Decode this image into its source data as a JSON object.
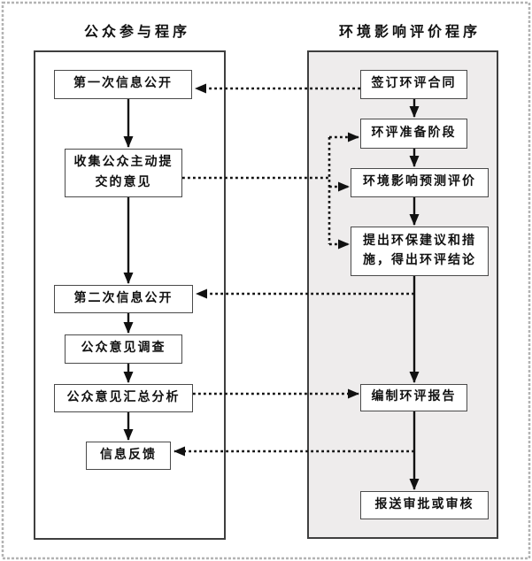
{
  "diagram": {
    "left_panel": {
      "title": "公众参与程序",
      "boxes": [
        {
          "label": "第一次信息公开"
        },
        {
          "label": "收集公众主动提交的意见"
        },
        {
          "label": "第二次信息公开"
        },
        {
          "label": "公众意见调查"
        },
        {
          "label": "公众意见汇总分析"
        },
        {
          "label": "信息反馈"
        }
      ]
    },
    "right_panel": {
      "title": "环境影响评价程序",
      "boxes": [
        {
          "label": "签订环评合同"
        },
        {
          "label": "环评准备阶段"
        },
        {
          "label": "环境影响预测评价"
        },
        {
          "label": "提出环保建议和措施，得出环评结论"
        },
        {
          "label": "编制环评报告"
        },
        {
          "label": "报送审批或审核"
        }
      ]
    },
    "edges": {
      "solid": [
        {
          "from": "第一次信息公开",
          "to": "收集公众主动提交的意见"
        },
        {
          "from": "收集公众主动提交的意见",
          "to": "第二次信息公开"
        },
        {
          "from": "第二次信息公开",
          "to": "公众意见调查"
        },
        {
          "from": "公众意见调查",
          "to": "公众意见汇总分析"
        },
        {
          "from": "公众意见汇总分析",
          "to": "信息反馈"
        },
        {
          "from": "签订环评合同",
          "to": "环评准备阶段"
        },
        {
          "from": "环评准备阶段",
          "to": "环境影响预测评价"
        },
        {
          "from": "环境影响预测评价",
          "to": "提出环保建议和措施，得出环评结论"
        },
        {
          "from": "提出环保建议和措施，得出环评结论",
          "to": "编制环评报告"
        },
        {
          "from": "编制环评报告",
          "to": "报送审批或审核"
        }
      ],
      "dotted": [
        {
          "from": "签订环评合同",
          "to": "第一次信息公开"
        },
        {
          "from": "收集公众主动提交的意见",
          "to": "环评准备阶段"
        },
        {
          "from": "收集公众主动提交的意见",
          "to": "环境影响预测评价"
        },
        {
          "from": "收集公众主动提交的意见",
          "to": "提出环保建议和措施，得出环评结论"
        },
        {
          "from": "提出环保建议和措施，得出环评结论",
          "to": "第二次信息公开"
        },
        {
          "from": "公众意见汇总分析",
          "to": "编制环评报告"
        },
        {
          "from": "编制环评报告",
          "to": "信息反馈"
        }
      ]
    },
    "colors": {
      "panel_fill": "#eeecec",
      "box_border": "#4a4a4a",
      "line": "#111111",
      "page_border": "#b3b3b3"
    }
  }
}
